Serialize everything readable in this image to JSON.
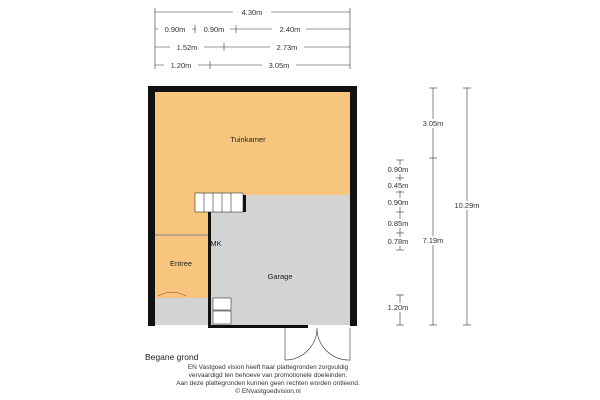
{
  "top_dimensions": {
    "row1": [
      "4.30m"
    ],
    "row2": [
      "0.90m",
      "0.90m",
      "2.40m"
    ],
    "row3": [
      "1.52m",
      "2.73m"
    ],
    "row4": [
      "1.20m",
      "3.05m"
    ]
  },
  "right_dimensions": {
    "inner": [
      "0.90m",
      "0.45m",
      "0.90m",
      "0.85m",
      "0.78m",
      "1.20m"
    ],
    "middle": [
      "3.05m",
      "7.19m"
    ],
    "outer": [
      "10.29m"
    ]
  },
  "rooms": {
    "tuinkamer": "Tuinkamer",
    "entree": "Entree",
    "garage": "Garage",
    "mk": "MK"
  },
  "colors": {
    "living": "#f7c57e",
    "garage": "#d3d3d3",
    "wall": "#111111"
  },
  "floor_name": "Begane grond",
  "disclaimer": [
    "EN Vastgoed vision heeft haar plattegronden zorgvuldig",
    "vervaardigd ten behoeve van promotionele doeleinden.",
    "Aan deze plattegronden kunnen geen rechten worden ontleend.",
    "© ENvastgoedvision.nl"
  ]
}
